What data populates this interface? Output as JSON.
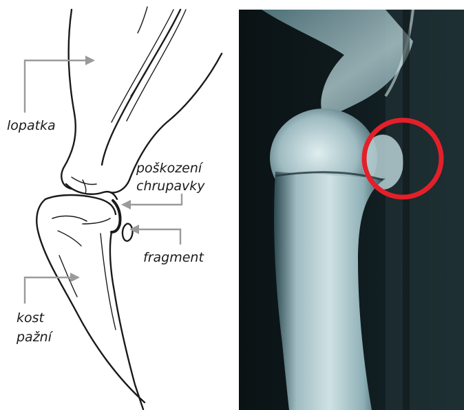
{
  "labels": {
    "lopatka": "lopatka",
    "poskozeni": "poškození",
    "chrupavky": "chrupavky",
    "fragment": "fragment",
    "kost": "kost",
    "pazni": "pažní"
  },
  "colors": {
    "line_art": "#1a1a1a",
    "leader_arrow": "#9a9a9a",
    "xray_bg": "#0b1416",
    "highlight_circle": "#e3202a"
  }
}
